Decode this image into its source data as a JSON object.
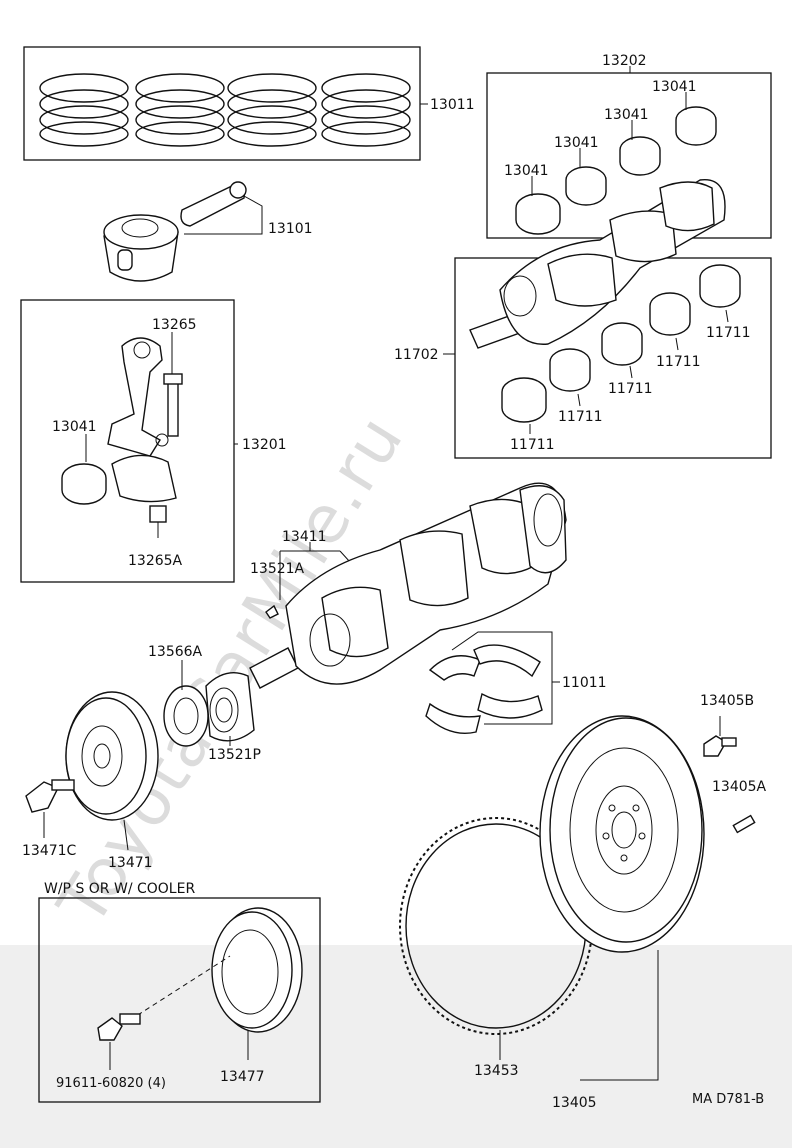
{
  "diagram": {
    "drawing_code": "MA D781-B",
    "watermark": "ToyotaCarMile.ru",
    "note_caption": "W/P S   OR   W/ COOLER",
    "part_labels": {
      "p13011": "13011",
      "p13101": "13101",
      "p13202": "13202",
      "p13041_a": "13041",
      "p13041_b": "13041",
      "p13041_c": "13041",
      "p13041_d": "13041",
      "p11702": "11702",
      "p11711_a": "11711",
      "p11711_b": "11711",
      "p11711_c": "11711",
      "p11711_d": "11711",
      "p13265": "13265",
      "p13041_rod": "13041",
      "p13201": "13201",
      "p13265A": "13265A",
      "p13411": "13411",
      "p13521A": "13521A",
      "p13566A": "13566A",
      "p11011": "11011",
      "p13405B": "13405B",
      "p13405A": "13405A",
      "p13521P": "13521P",
      "p13471C": "13471C",
      "p13471": "13471",
      "p13477": "13477",
      "p91611": "91611-60820 (4)",
      "p13453": "13453",
      "p13405": "13405"
    }
  }
}
